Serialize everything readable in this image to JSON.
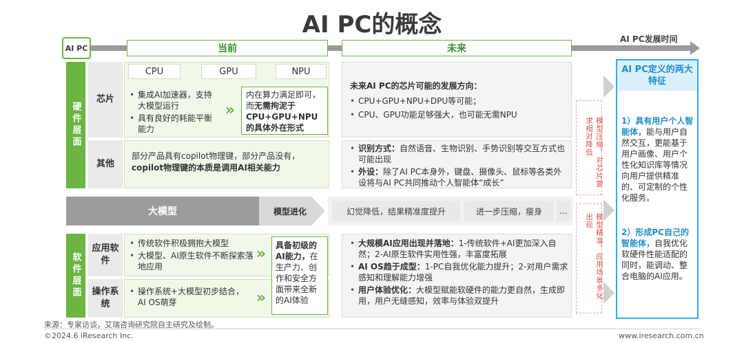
{
  "title": "AI PC的概念",
  "tag": "AI PC",
  "timeline_label": "AI PC发展时间",
  "phases": {
    "current": "当前",
    "dots": "……",
    "future": "未来"
  },
  "hardware": {
    "band": "硬件层面",
    "chip": {
      "label": "芯片",
      "chips": [
        "CPU",
        "GPU",
        "NPU"
      ],
      "bullets": [
        "集成AI加速器，支持大模型运行",
        "具有良好的耗能平衡能力"
      ],
      "highlight_a": "内在算力满足即可，而",
      "highlight_b": "无需拘泥于CPU+GPU+NPU的具体外在形式",
      "future_title": "未来AI PC的芯片可能的发展方向：",
      "future_bullets": [
        "CPU+GPU+NPU+DPU等可能；",
        "CPU、GPU功能足够强大，也可能无需NPU"
      ]
    },
    "other": {
      "label": "其他",
      "text_a": "部分产品具有copilot物理键，部分产品没有，",
      "text_b": "copilot物理键的本质是调用AI相关能力",
      "future_bullets": [
        {
          "bold": "识别方式：",
          "text": "自然语音、生物识别、手势识别等交互方式也可能出现"
        },
        {
          "bold": "外设：",
          "text": "除了AI PC本身外，键盘、摄像头、鼠标等各类外设将与AI PC共同推动个人智能体“成长”"
        }
      ]
    }
  },
  "model_row": {
    "label": "大模型",
    "evolve": "模型进化",
    "pills": [
      "幻觉降低，结果精准度提升",
      "进一步压缩，瘦身",
      "..."
    ]
  },
  "side_notes": {
    "top": "模型压缩，对芯片要求相对降低",
    "bottom": "模型精准，应用场景多化出现"
  },
  "software": {
    "band": "软件层面",
    "app": {
      "label": "应用软件",
      "bullets": [
        "传统软件积极拥抱大模型",
        "大模型、AI原生软件不断探索落地应用"
      ],
      "future_bullets": [
        {
          "bold": "大规模AI应用出现并落地：",
          "text": "1-传统软件+AI更加深入自然；2-AI原生软件实用性强，丰富度拓展"
        },
        {
          "bold": "AI OS趋于成型：",
          "text": "1-PC自我优化能力提升；2-对用户需求感知和理解能力增强"
        },
        {
          "bold": "用户体验优化：",
          "text": "大模型赋能软硬件的能力更自然，生成即用，用户无缝感知，效率与体验双提升"
        }
      ]
    },
    "os": {
      "label": "操作系统",
      "bullets": [
        "操作系统+大模型初步结合，AI OS萌芽"
      ]
    },
    "highlight_bold": "具备初级的AI能力，",
    "highlight_text": "在生产力、创作和安全方面带来全新的AI体验"
  },
  "right_panel": {
    "title": "AI PC定义的两大特征",
    "f1_bold": "1）具有用户个人智能体，",
    "f1_text": "能与用户自然交互，更能基于用户画像、用户个性化知识库等情况向用户提供精准的、可定制的个性化服务。",
    "f2_bold": "2）形成PC自己的智能体，",
    "f2_text": "自我优化软硬件性能适配的同时，能调动、整合电脑的AI应用。"
  },
  "footer": {
    "source": "来源：专家访谈，艾瑞咨询研究院自主研究及绘制。",
    "copyright": "©2024.6 iResearch Inc.",
    "url": "www.iresearch.com.cn"
  },
  "colors": {
    "accent": "#6bb543",
    "blue": "#31aee6",
    "grey": "#9c9c9c"
  }
}
